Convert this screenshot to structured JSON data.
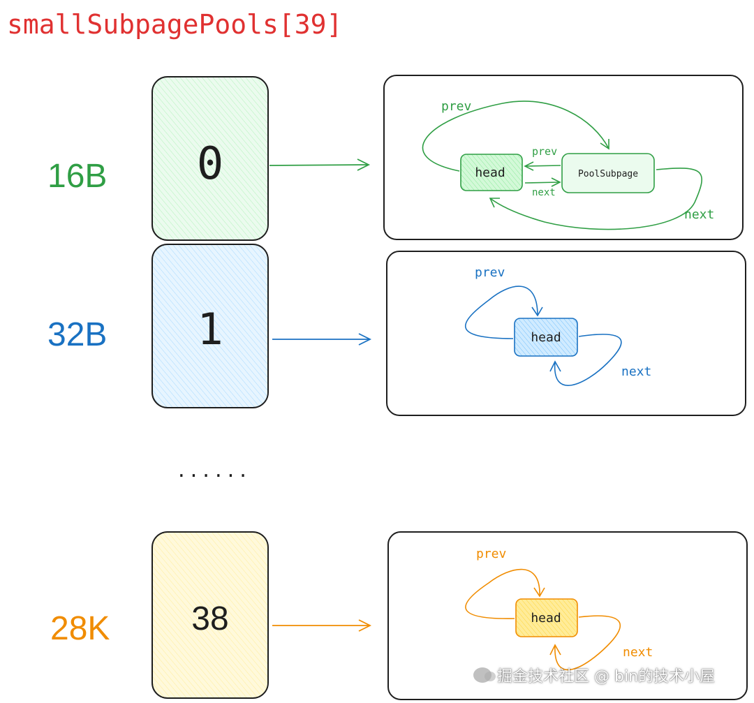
{
  "title": "smallSubpagePools[39]",
  "colors": {
    "title": "#e03131",
    "green": "#2f9e44",
    "green_fill": "#ebfbee",
    "blue": "#1971c2",
    "blue_fill": "#e7f5ff",
    "orange": "#f08c00",
    "orange_fill": "#fff9db",
    "ink": "#1e1e1e"
  },
  "rows": [
    {
      "size_label": "16B",
      "index_label": "0",
      "head_label": "head",
      "node_label": "PoolSubpage",
      "prev_label": "prev",
      "next_label": "next",
      "inner_prev_label": "prev",
      "inner_next_label": "next"
    },
    {
      "size_label": "32B",
      "index_label": "1",
      "head_label": "head",
      "prev_label": "prev",
      "next_label": "next"
    },
    {
      "size_label": "28K",
      "index_label": "38",
      "head_label": "head",
      "prev_label": "prev",
      "next_label": "next"
    }
  ],
  "ellipsis": "......",
  "watermark": "掘金技术社区 @ bin的技术小屋"
}
